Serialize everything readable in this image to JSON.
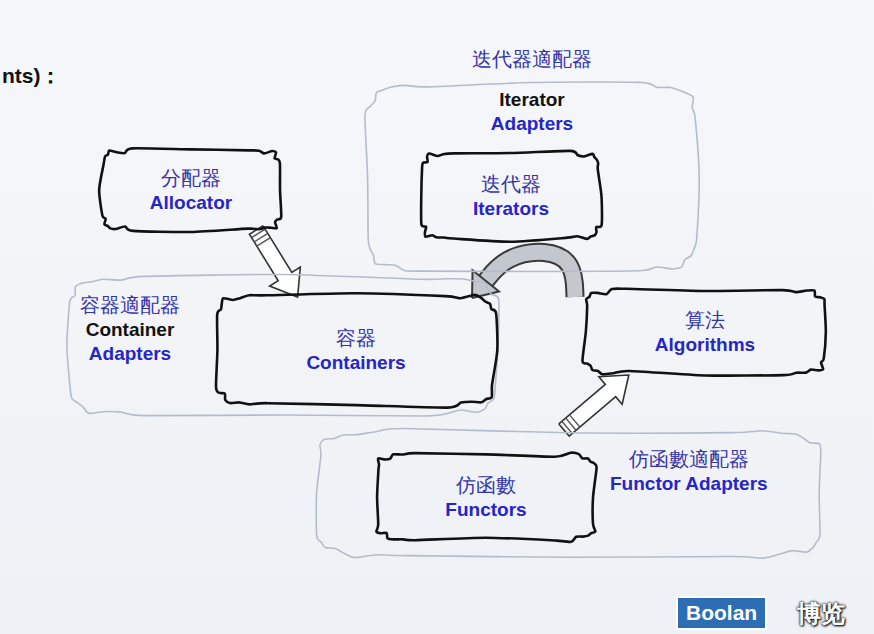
{
  "diagram": {
    "nodes": [
      {
        "text": [
          "迭代器適配器",
          "Iterator Adapters"
        ]
      },
      {
        "text": [
          "迭代器",
          "Iterators"
        ],
        "in": 0
      },
      {
        "text": [
          "分配器",
          "Allocator"
        ]
      },
      {
        "text": [
          "容器適配器",
          "Container Adapters"
        ]
      },
      {
        "text": [
          "容器",
          "Containers"
        ],
        "in": 3
      },
      {
        "text": [
          "算法",
          "Algorithms"
        ]
      },
      {
        "text": [
          "仿函數適配器",
          "Functor Adapters"
        ]
      },
      {
        "text": [
          "仿函數",
          "Functors"
        ],
        "in": 6
      }
    ],
    "edges": [
      {
        "from": 2,
        "to": 4,
        "arrow": "to"
      },
      {
        "from": 5,
        "to": 4,
        "arrow": "to"
      },
      {
        "from": 6,
        "to": 5,
        "arrow": "to"
      }
    ],
    "labels": [
      "nts)：",
      "Boolan",
      "博览"
    ]
  }
}
